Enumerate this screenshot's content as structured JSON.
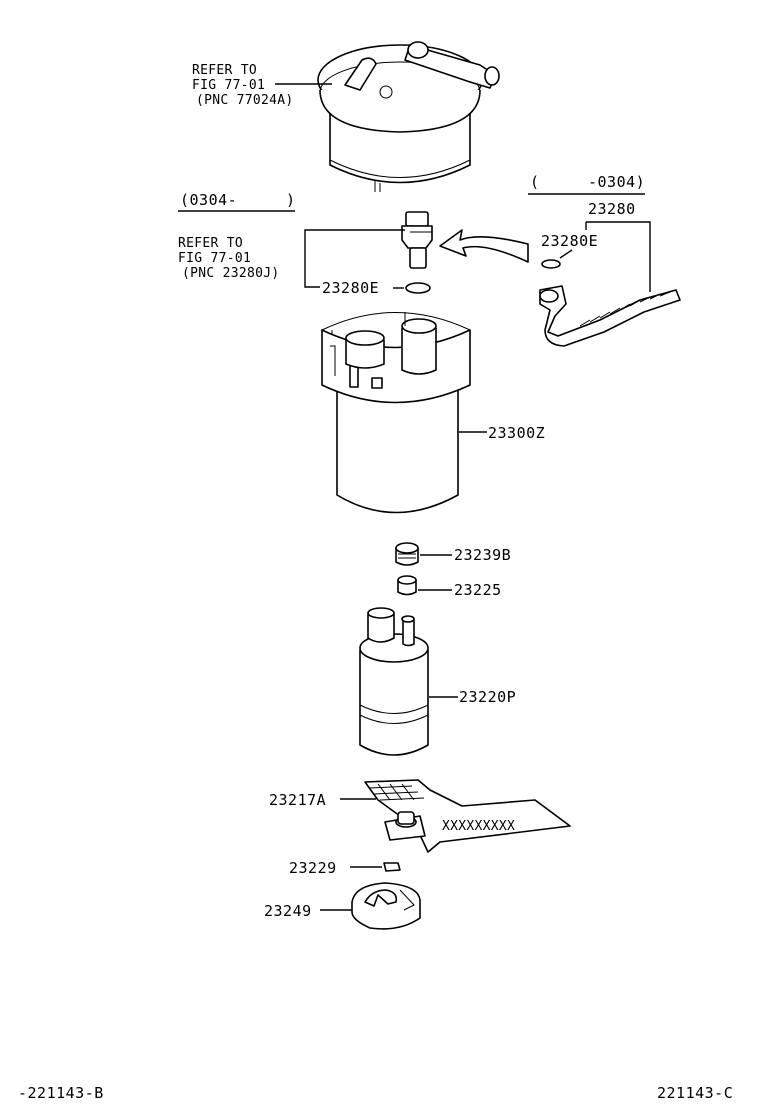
{
  "diagram": {
    "labels": {
      "ref_filter_1": "REFER TO",
      "ref_filter_2": "FIG 77-01",
      "ref_filter_3": "(PNC 77024A)",
      "ref_regulator_1": "REFER TO",
      "ref_regulator_2": "FIG 77-01",
      "ref_regulator_3": "(PNC 23280J)",
      "date_from": "(0304-",
      "date_from_close": ")",
      "date_to_open": "(",
      "date_to": "-0304)",
      "p23280": "23280",
      "p23280E_right": "23280E",
      "p23280E_left": "23280E",
      "p23300Z": "23300Z",
      "p23239B": "23239B",
      "p23225": "23225",
      "p23220P": "23220P",
      "p23217A": "23217A",
      "p23229": "23229",
      "p23249": "23249",
      "strainer_mark": "XXXXXXXXX"
    },
    "footer": {
      "left": "-221143-B",
      "right": "221143-C"
    }
  }
}
